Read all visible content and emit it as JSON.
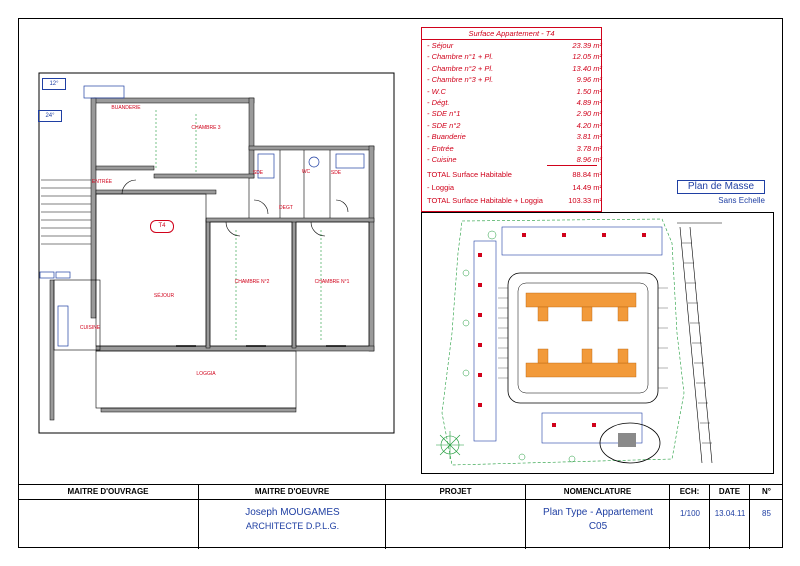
{
  "surface_table": {
    "title": "Surface Appartement - T4",
    "rows": [
      {
        "label": "- Séjour",
        "value": "23.39 m²"
      },
      {
        "label": "- Chambre n°1 + Pl.",
        "value": "12.05 m²"
      },
      {
        "label": "- Chambre n°2 + Pl.",
        "value": "13.40 m²"
      },
      {
        "label": "- Chambre n°3 + Pl.",
        "value": "9.96 m²"
      },
      {
        "label": "- W.C",
        "value": "1.50 m²"
      },
      {
        "label": "- Dégt.",
        "value": "4.89 m²"
      },
      {
        "label": "- SDE n°1",
        "value": "2.90 m²"
      },
      {
        "label": "- SDE n°2",
        "value": "4.20 m²"
      },
      {
        "label": "- Buanderie",
        "value": "3.81 m²"
      },
      {
        "label": "- Entrée",
        "value": "3.78 m²"
      },
      {
        "label": "- Cuisine",
        "value": "8.96 m²"
      }
    ],
    "totals": [
      {
        "label": "TOTAL Surface Habitable",
        "value": "88.84 m²"
      },
      {
        "label": "- Loggia",
        "value": "14.49 m²"
      },
      {
        "label": "TOTAL Surface Habitable + Loggia",
        "value": "103.33 m²"
      }
    ]
  },
  "masse": {
    "title": "Plan de Masse",
    "subtitle": "Sans Echelle"
  },
  "plan": {
    "type_badge": "T4",
    "rooms": {
      "buanderie": "BUANDERIE",
      "chambre3": "CHAMBRE 3",
      "entree": "ENTRÉE",
      "sde1": "SDE",
      "wc": "WC",
      "sde2": "SDE",
      "degt": "DEGT",
      "sejour": "SÉJOUR",
      "chambre2": "CHAMBRE N°2",
      "chambre1": "CHAMBRE N°1",
      "cuisine": "CUISINE",
      "loggia": "LOGGIA"
    },
    "stair_tags": [
      "12°",
      "24°"
    ]
  },
  "title_block": {
    "headers": [
      "MAITRE D'OUVRAGE",
      "MAITRE D'OEUVRE",
      "PROJET",
      "NOMENCLATURE",
      "ECH:",
      "DATE",
      "N°"
    ],
    "architect_name": "Joseph MOUGAMES",
    "architect_title": "ARCHITECTE  D.P.L.G.",
    "nomenclature_line1": "Plan Type - Appartement",
    "nomenclature_line2": "C05",
    "scale": "1/100",
    "date": "13.04.11",
    "number": "85"
  },
  "colors": {
    "red": "#d0021b",
    "orange": "#f29a3a",
    "blue_accent": "#1f3fa3",
    "masse_box_border": "#1f3fa3"
  }
}
